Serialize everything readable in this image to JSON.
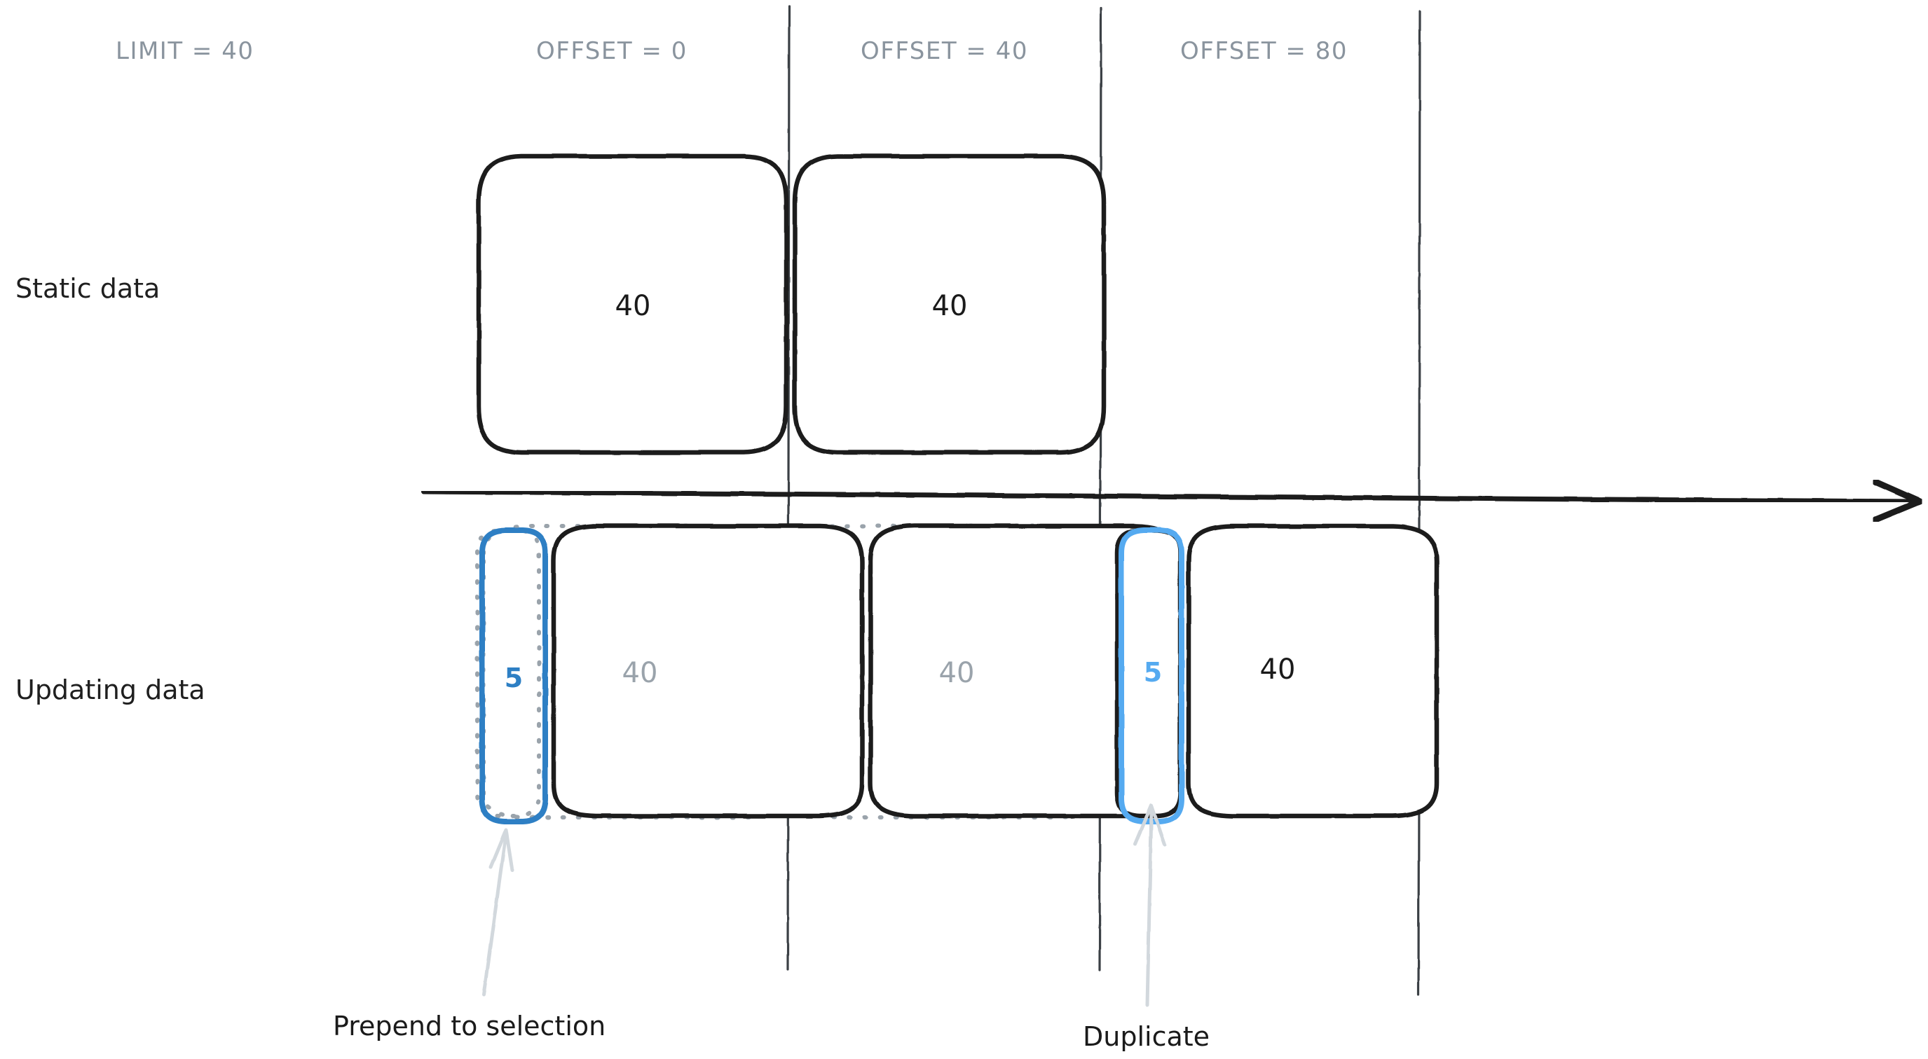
{
  "diagram": {
    "title_labels": {
      "limit": "LIMIT = 40",
      "offset_0": "OFFSET = 0",
      "offset_40": "OFFSET = 40",
      "offset_80": "OFFSET = 80"
    },
    "row_labels": {
      "static": "Static data",
      "updating": "Updating data"
    },
    "annotations": {
      "prepend": "Prepend to selection",
      "duplicate": "Duplicate"
    },
    "static_row_boxes": [
      {
        "value": "40",
        "color": "black"
      },
      {
        "value": "40",
        "color": "black"
      }
    ],
    "updating_row_boxes": [
      {
        "value": "5",
        "color": "blue-dark",
        "kind": "prepended-page"
      },
      {
        "value": "40",
        "color": "gray",
        "kind": "page"
      },
      {
        "value": "40",
        "color": "gray",
        "kind": "page"
      },
      {
        "value": "5",
        "color": "blue-light",
        "kind": "duplicate-page"
      },
      {
        "value": "40",
        "color": "black",
        "kind": "page"
      }
    ],
    "colors": {
      "ink": "#1a1a1a",
      "muted": "#8a949e",
      "ghost_outline": "#9aa3ab",
      "blue_dark": "#2d7fc4",
      "blue_light": "#55aaf0",
      "arrow_gray": "#d2d8dd",
      "background": "#ffffff"
    },
    "icons": {
      "timeline_arrow": "arrow-right-icon",
      "prepend_pointer": "arrow-up-icon",
      "duplicate_pointer": "arrow-up-icon"
    }
  }
}
